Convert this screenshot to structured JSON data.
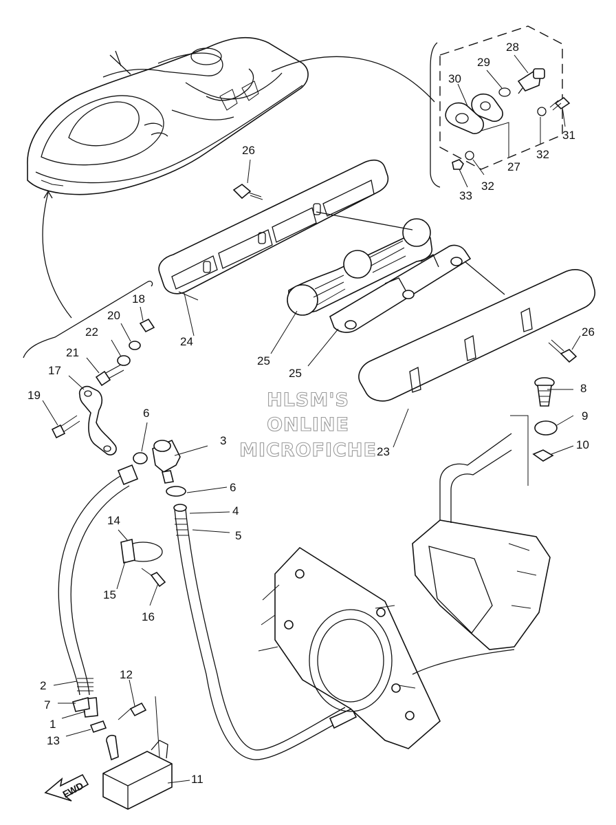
{
  "watermark": {
    "line1": "HLSM'S",
    "line2": "ONLINE",
    "line3": "MICROFICHE"
  },
  "direction_tag": "FWD",
  "callouts": [
    {
      "id": "c1",
      "text": "1"
    },
    {
      "id": "c2",
      "text": "2"
    },
    {
      "id": "c3",
      "text": "3"
    },
    {
      "id": "c4",
      "text": "4"
    },
    {
      "id": "c5",
      "text": "5"
    },
    {
      "id": "c6a",
      "text": "6"
    },
    {
      "id": "c6b",
      "text": "6"
    },
    {
      "id": "c7",
      "text": "7"
    },
    {
      "id": "c8",
      "text": "8"
    },
    {
      "id": "c9",
      "text": "9"
    },
    {
      "id": "c10",
      "text": "10"
    },
    {
      "id": "c11",
      "text": "11"
    },
    {
      "id": "c12",
      "text": "12"
    },
    {
      "id": "c13",
      "text": "13"
    },
    {
      "id": "c14",
      "text": "14"
    },
    {
      "id": "c15",
      "text": "15"
    },
    {
      "id": "c16",
      "text": "16"
    },
    {
      "id": "c17",
      "text": "17"
    },
    {
      "id": "c18",
      "text": "18"
    },
    {
      "id": "c19",
      "text": "19"
    },
    {
      "id": "c20",
      "text": "20"
    },
    {
      "id": "c21",
      "text": "21"
    },
    {
      "id": "c22",
      "text": "22"
    },
    {
      "id": "c23",
      "text": "23"
    },
    {
      "id": "c24",
      "text": "24"
    },
    {
      "id": "c25a",
      "text": "25"
    },
    {
      "id": "c25b",
      "text": "25"
    },
    {
      "id": "c26a",
      "text": "26"
    },
    {
      "id": "c26b",
      "text": "26"
    },
    {
      "id": "c27",
      "text": "27"
    },
    {
      "id": "c28",
      "text": "28"
    },
    {
      "id": "c29",
      "text": "29"
    },
    {
      "id": "c30",
      "text": "30"
    },
    {
      "id": "c31",
      "text": "31"
    },
    {
      "id": "c32a",
      "text": "32"
    },
    {
      "id": "c32b",
      "text": "32"
    },
    {
      "id": "c33",
      "text": "33"
    }
  ]
}
